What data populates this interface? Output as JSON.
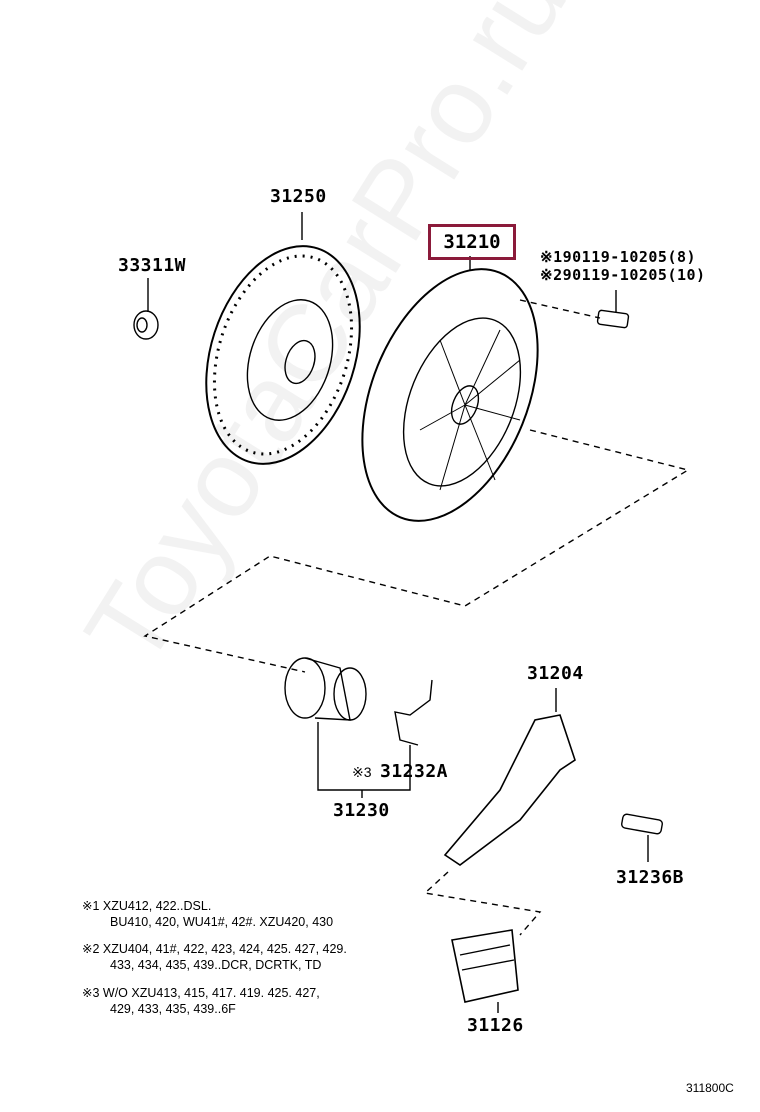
{
  "parts": {
    "clutch_disc": "31250",
    "bushing": "33311W",
    "clutch_cover": "31210",
    "bolt_1": "※190119-10205(8)",
    "bolt_2": "※290119-10205(10)",
    "release_bearing_assy": "31230",
    "release_bearing_clip": "31232A",
    "clip_prefix": "※3",
    "release_fork": "31204",
    "fork_support": "31236B",
    "fork_boot": "31126"
  },
  "highlighted_part": "31210",
  "highlight_color": "#8b1a3a",
  "notes": [
    {
      "line1": "※1 XZU412, 422..DSL.",
      "line2": "BU410, 420, WU41#, 42#. XZU420, 430"
    },
    {
      "line1": "※2 XZU404, 41#, 422, 423, 424, 425. 427, 429.",
      "line2": "433, 434, 435, 439..DCR, DCRTK, TD"
    },
    {
      "line1": "※3 W/O XZU413, 415, 417. 419. 425. 427,",
      "line2": "429, 433, 435, 439..6F"
    }
  ],
  "diagram_code": "311800C",
  "watermark": "ToyotaCarPro.ru"
}
